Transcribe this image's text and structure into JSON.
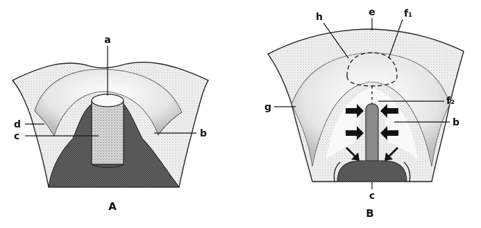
{
  "panels": [
    {
      "caption": "A",
      "labels": {
        "a": "a",
        "b": "b",
        "c": "c",
        "d": "d"
      }
    },
    {
      "caption": "B",
      "labels": {
        "b": "b",
        "c": "c",
        "e": "e",
        "f1": "f₁",
        "f2": "f₂",
        "g": "g",
        "h": "h"
      }
    }
  ]
}
